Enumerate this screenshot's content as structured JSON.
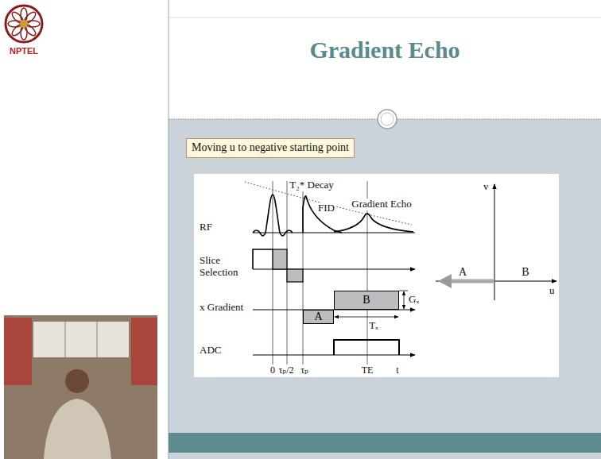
{
  "diagram": {
    "title": "Gradient Echo",
    "nodes": [
      {
        "text": [
          "Moving u to negative starting point"
        ]
      },
      {
        "text": [
          "A"
        ]
      },
      {
        "text": [
          "B"
        ]
      }
    ],
    "labels": [
      "NPTEL",
      "T₂* Decay",
      "FID",
      "Gradient Echo",
      "RF",
      "Slice Selection",
      "x Gradient",
      "ADC",
      "Gₓ",
      "Tₓ",
      "0",
      "τₚ/2",
      "τₚ",
      "TE",
      "t",
      "v",
      "u",
      "A",
      "B"
    ]
  }
}
